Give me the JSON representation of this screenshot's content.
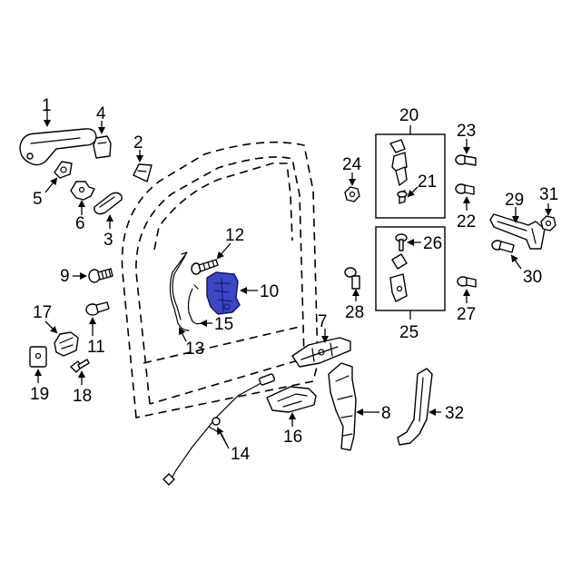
{
  "highlight_color": "#3b47c4",
  "callouts": {
    "c1": "1",
    "c2": "2",
    "c3": "3",
    "c4": "4",
    "c5": "5",
    "c6": "6",
    "c7": "7",
    "c8": "8",
    "c9": "9",
    "c10": "10",
    "c11": "11",
    "c12": "12",
    "c13": "13",
    "c14": "14",
    "c15": "15",
    "c16": "16",
    "c17": "17",
    "c18": "18",
    "c19": "19",
    "c20": "20",
    "c21": "21",
    "c22": "22",
    "c23": "23",
    "c24": "24",
    "c25": "25",
    "c26": "26",
    "c27": "27",
    "c28": "28",
    "c29": "29",
    "c30": "30",
    "c31": "31",
    "c32": "32"
  }
}
